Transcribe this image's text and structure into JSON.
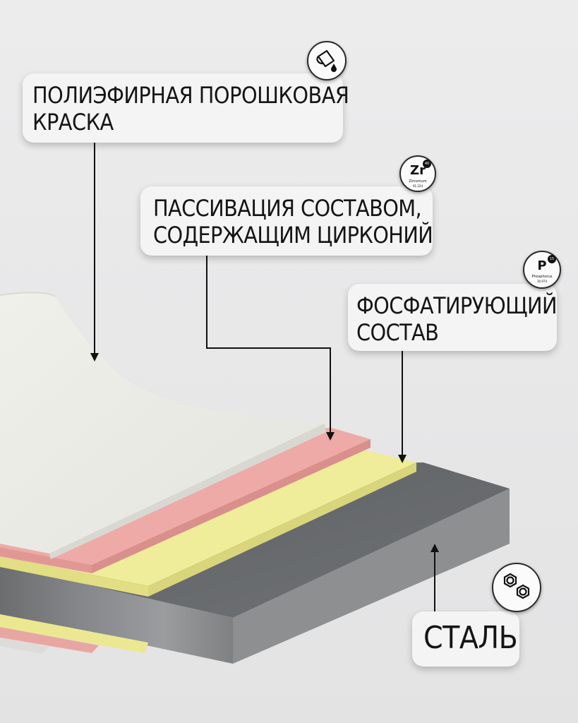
{
  "layers": [
    {
      "id": "paint",
      "label_lines": [
        "ПОЛИЭФИРНАЯ ПОРОШКОВАЯ",
        "КРАСКА"
      ],
      "color": "#e9e9e4",
      "icon": "paint-bucket-icon"
    },
    {
      "id": "zr",
      "label_lines": [
        "ПАССИВАЦИЯ СОСТАВОМ,",
        "СОДЕРЖАЩИМ ЦИРКОНИЙ"
      ],
      "color": "#e8a6a3",
      "element": {
        "symbol": "Zr",
        "name": "Zirconium",
        "number": "40",
        "mass": "91.224"
      }
    },
    {
      "id": "phos",
      "label_lines": [
        "ФОСФАТИРУЮЩИЙ",
        "СОСТАВ"
      ],
      "color": "#ece891",
      "element": {
        "symbol": "P",
        "name": "Phosphorus",
        "number": "15",
        "mass": "30.974"
      }
    },
    {
      "id": "steel",
      "label_lines": [
        "СТАЛЬ"
      ],
      "color": "#7a7c7d",
      "icon": "hex-nuts-icon"
    }
  ]
}
